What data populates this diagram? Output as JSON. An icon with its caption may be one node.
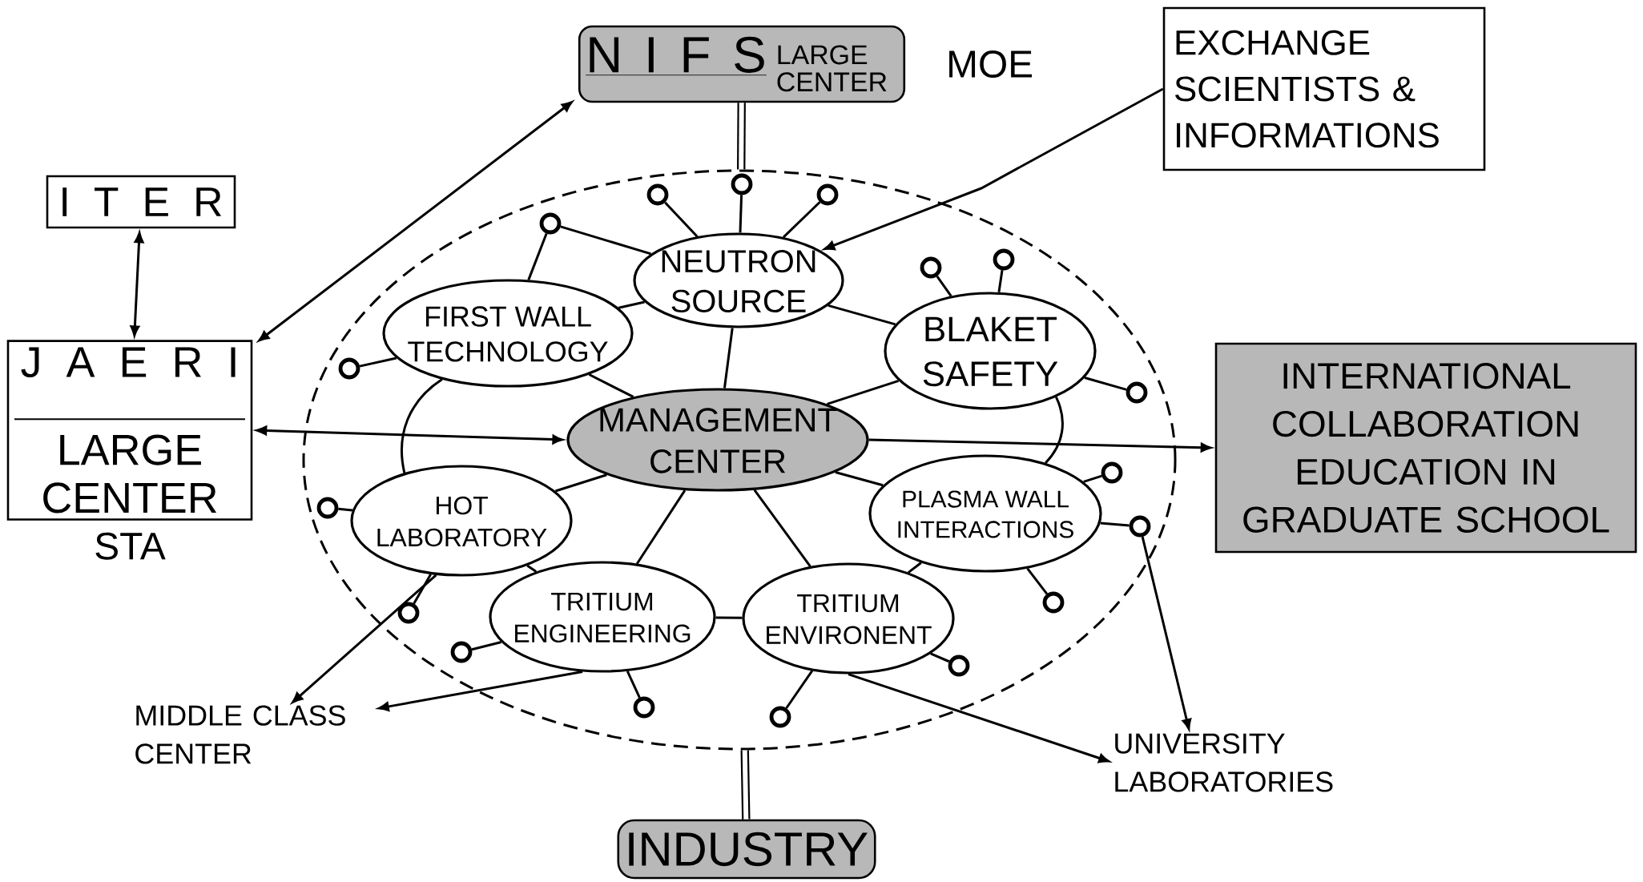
{
  "diagram": {
    "nodes": [
      {
        "text": [
          "N I F S",
          "LARGE CENTER"
        ],
        "beside": [
          "MOE"
        ]
      },
      {
        "text": [
          "EXCHANGE SCIENTISTS & INFORMATIONS"
        ]
      },
      {
        "text": [
          "I T E R"
        ]
      },
      {
        "text": [
          "J A E R I",
          "LARGE CENTER"
        ],
        "beside": [
          "STA"
        ]
      },
      {
        "text": [],
        "shape": "ellipse"
      },
      {
        "text": [
          "NEUTRON SOURCE"
        ],
        "in": 4
      },
      {
        "text": [
          "FIRST WALL TECHNOLOGY"
        ],
        "in": 4
      },
      {
        "text": [
          "BLAKET SAFETY"
        ],
        "in": 4
      },
      {
        "text": [
          "MANAGEMENT CENTER"
        ],
        "in": 4
      },
      {
        "text": [
          "HOT LABORATORY"
        ],
        "in": 4
      },
      {
        "text": [
          "PLASMA WALL INTERACTIONS"
        ],
        "in": 4
      },
      {
        "text": [
          "TRITIUM ENGINEERING"
        ],
        "in": 4
      },
      {
        "text": [
          "TRITIUM ENVIRONENT"
        ],
        "in": 4
      },
      {
        "text": [
          "INTERNATIONAL COLLABORATION EDUCATION IN GRADUATE SCHOOL"
        ]
      },
      {
        "text": [
          "INDUSTRY"
        ]
      },
      {
        "text": [
          "MIDDLE CLASS CENTER"
        ]
      },
      {
        "text": [
          "UNIVERSITY LABORATORIES"
        ]
      },
      {
        "text": [],
        "shape": "circle",
        "in": 4
      },
      {
        "text": [],
        "shape": "circle",
        "in": 4
      },
      {
        "text": [],
        "shape": "circle",
        "in": 4
      },
      {
        "text": [],
        "shape": "circle",
        "in": 4
      },
      {
        "text": [],
        "shape": "circle",
        "in": 4
      },
      {
        "text": [],
        "shape": "circle",
        "in": 4
      },
      {
        "text": [],
        "shape": "circle",
        "in": 4
      },
      {
        "text": [],
        "shape": "circle",
        "in": 4
      },
      {
        "text": [],
        "shape": "circle",
        "in": 4
      },
      {
        "text": [],
        "shape": "circle",
        "in": 4
      },
      {
        "text": [],
        "shape": "circle",
        "in": 4
      },
      {
        "text": [],
        "shape": "circle",
        "in": 4
      },
      {
        "text": [],
        "shape": "circle",
        "in": 4
      },
      {
        "text": [],
        "shape": "circle",
        "in": 4
      },
      {
        "text": [],
        "shape": "circle",
        "in": 4
      },
      {
        "text": [],
        "shape": "circle",
        "in": 4
      },
      {
        "text": [],
        "shape": "circle",
        "in": 4
      }
    ],
    "edges": [
      {
        "from": 0,
        "to": 4,
        "arrow": "none",
        "style": "thick"
      },
      {
        "from": 4,
        "to": 14,
        "arrow": "none",
        "style": "thick"
      },
      {
        "from": 2,
        "to": 3,
        "arrow": "both"
      },
      {
        "from": 3,
        "to": 0,
        "arrow": "both"
      },
      {
        "from": 3,
        "to": 8,
        "arrow": "both"
      },
      {
        "from": 1,
        "to": 5,
        "arrow": "to"
      },
      {
        "from": 8,
        "to": 13,
        "arrow": "to"
      },
      {
        "from": 9,
        "to": 15,
        "arrow": "to"
      },
      {
        "from": 11,
        "to": 15,
        "arrow": "to"
      },
      {
        "from": 27,
        "to": 16,
        "arrow": "to"
      },
      {
        "from": 12,
        "to": 16,
        "arrow": "to"
      },
      {
        "from": 8,
        "to": 5,
        "arrow": "none"
      },
      {
        "from": 8,
        "to": 6,
        "arrow": "none"
      },
      {
        "from": 8,
        "to": 7,
        "arrow": "none"
      },
      {
        "from": 8,
        "to": 9,
        "arrow": "none"
      },
      {
        "from": 8,
        "to": 10,
        "arrow": "none"
      },
      {
        "from": 8,
        "to": 11,
        "arrow": "none"
      },
      {
        "from": 8,
        "to": 12,
        "arrow": "none"
      },
      {
        "from": 5,
        "to": 6,
        "arrow": "none"
      },
      {
        "from": 5,
        "to": 7,
        "arrow": "none"
      },
      {
        "from": 6,
        "to": 9,
        "arrow": "none"
      },
      {
        "from": 7,
        "to": 10,
        "arrow": "none"
      },
      {
        "from": 9,
        "to": 11,
        "arrow": "none"
      },
      {
        "from": 11,
        "to": 12,
        "arrow": "none"
      },
      {
        "from": 10,
        "to": 12,
        "arrow": "none"
      },
      {
        "from": 17,
        "to": 5,
        "arrow": "none"
      },
      {
        "from": 18,
        "to": 5,
        "arrow": "none"
      },
      {
        "from": 19,
        "to": 5,
        "arrow": "none"
      },
      {
        "from": 20,
        "to": 5,
        "arrow": "none"
      },
      {
        "from": 20,
        "to": 6,
        "arrow": "none"
      },
      {
        "from": 21,
        "to": 7,
        "arrow": "none"
      },
      {
        "from": 22,
        "to": 7,
        "arrow": "none"
      },
      {
        "from": 23,
        "to": 6,
        "arrow": "none"
      },
      {
        "from": 24,
        "to": 7,
        "arrow": "none"
      },
      {
        "from": 25,
        "to": 10,
        "arrow": "none"
      },
      {
        "from": 26,
        "to": 9,
        "arrow": "none"
      },
      {
        "from": 27,
        "to": 10,
        "arrow": "none"
      },
      {
        "from": 28,
        "to": 10,
        "arrow": "none"
      },
      {
        "from": 29,
        "to": 9,
        "arrow": "none"
      },
      {
        "from": 30,
        "to": 11,
        "arrow": "none"
      },
      {
        "from": 31,
        "to": 12,
        "arrow": "none"
      },
      {
        "from": 32,
        "to": 11,
        "arrow": "none"
      },
      {
        "from": 33,
        "to": 12,
        "arrow": "none"
      }
    ]
  }
}
